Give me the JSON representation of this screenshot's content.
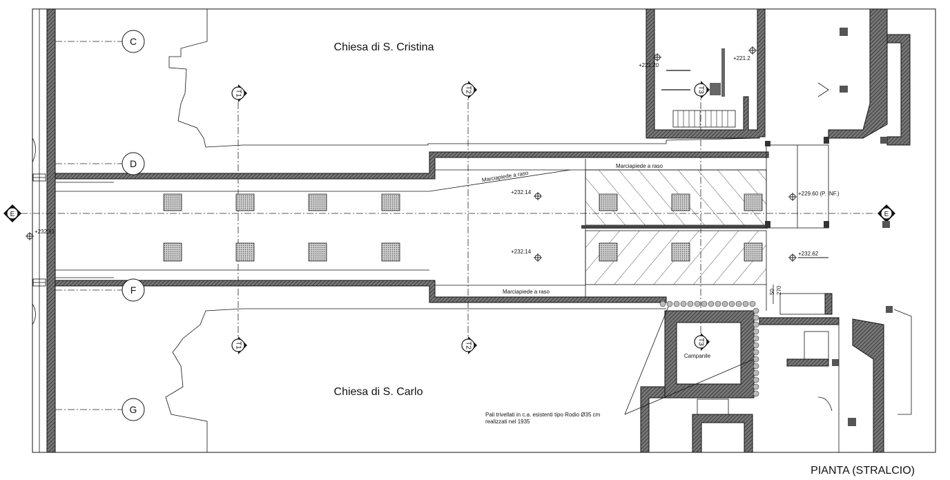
{
  "churches": {
    "north": "Chiesa di S. Cristina",
    "south": "Chiesa di S. Carlo"
  },
  "grid_axes": [
    "C",
    "D",
    "F",
    "G"
  ],
  "section_marks": {
    "e": "E",
    "t1": "T1",
    "t2": "T2",
    "t3": "T3"
  },
  "sidewalk": {
    "top_left": "Marciapiede a raso",
    "top_right": "Marciapiede a raso",
    "bottom": "Marciapiede a raso"
  },
  "elevations": {
    "left": "+232.61",
    "upper": "+232.14",
    "lower": "+232.14",
    "right_upper": "+229.60 (P. INF.)",
    "right_lower": "+232.62",
    "building_a": "+221.20",
    "building_b": "+221.2"
  },
  "dimensions": {
    "a": "50",
    "b": "270"
  },
  "campanile": "Campanile",
  "piles_note": {
    "line1": "Pali trivellati in c.a. esistenti tipo Rodio Ø35 cm",
    "line2": "realizzati nel 1935"
  },
  "drawing_title": "PIANTA (STRALCIO)"
}
